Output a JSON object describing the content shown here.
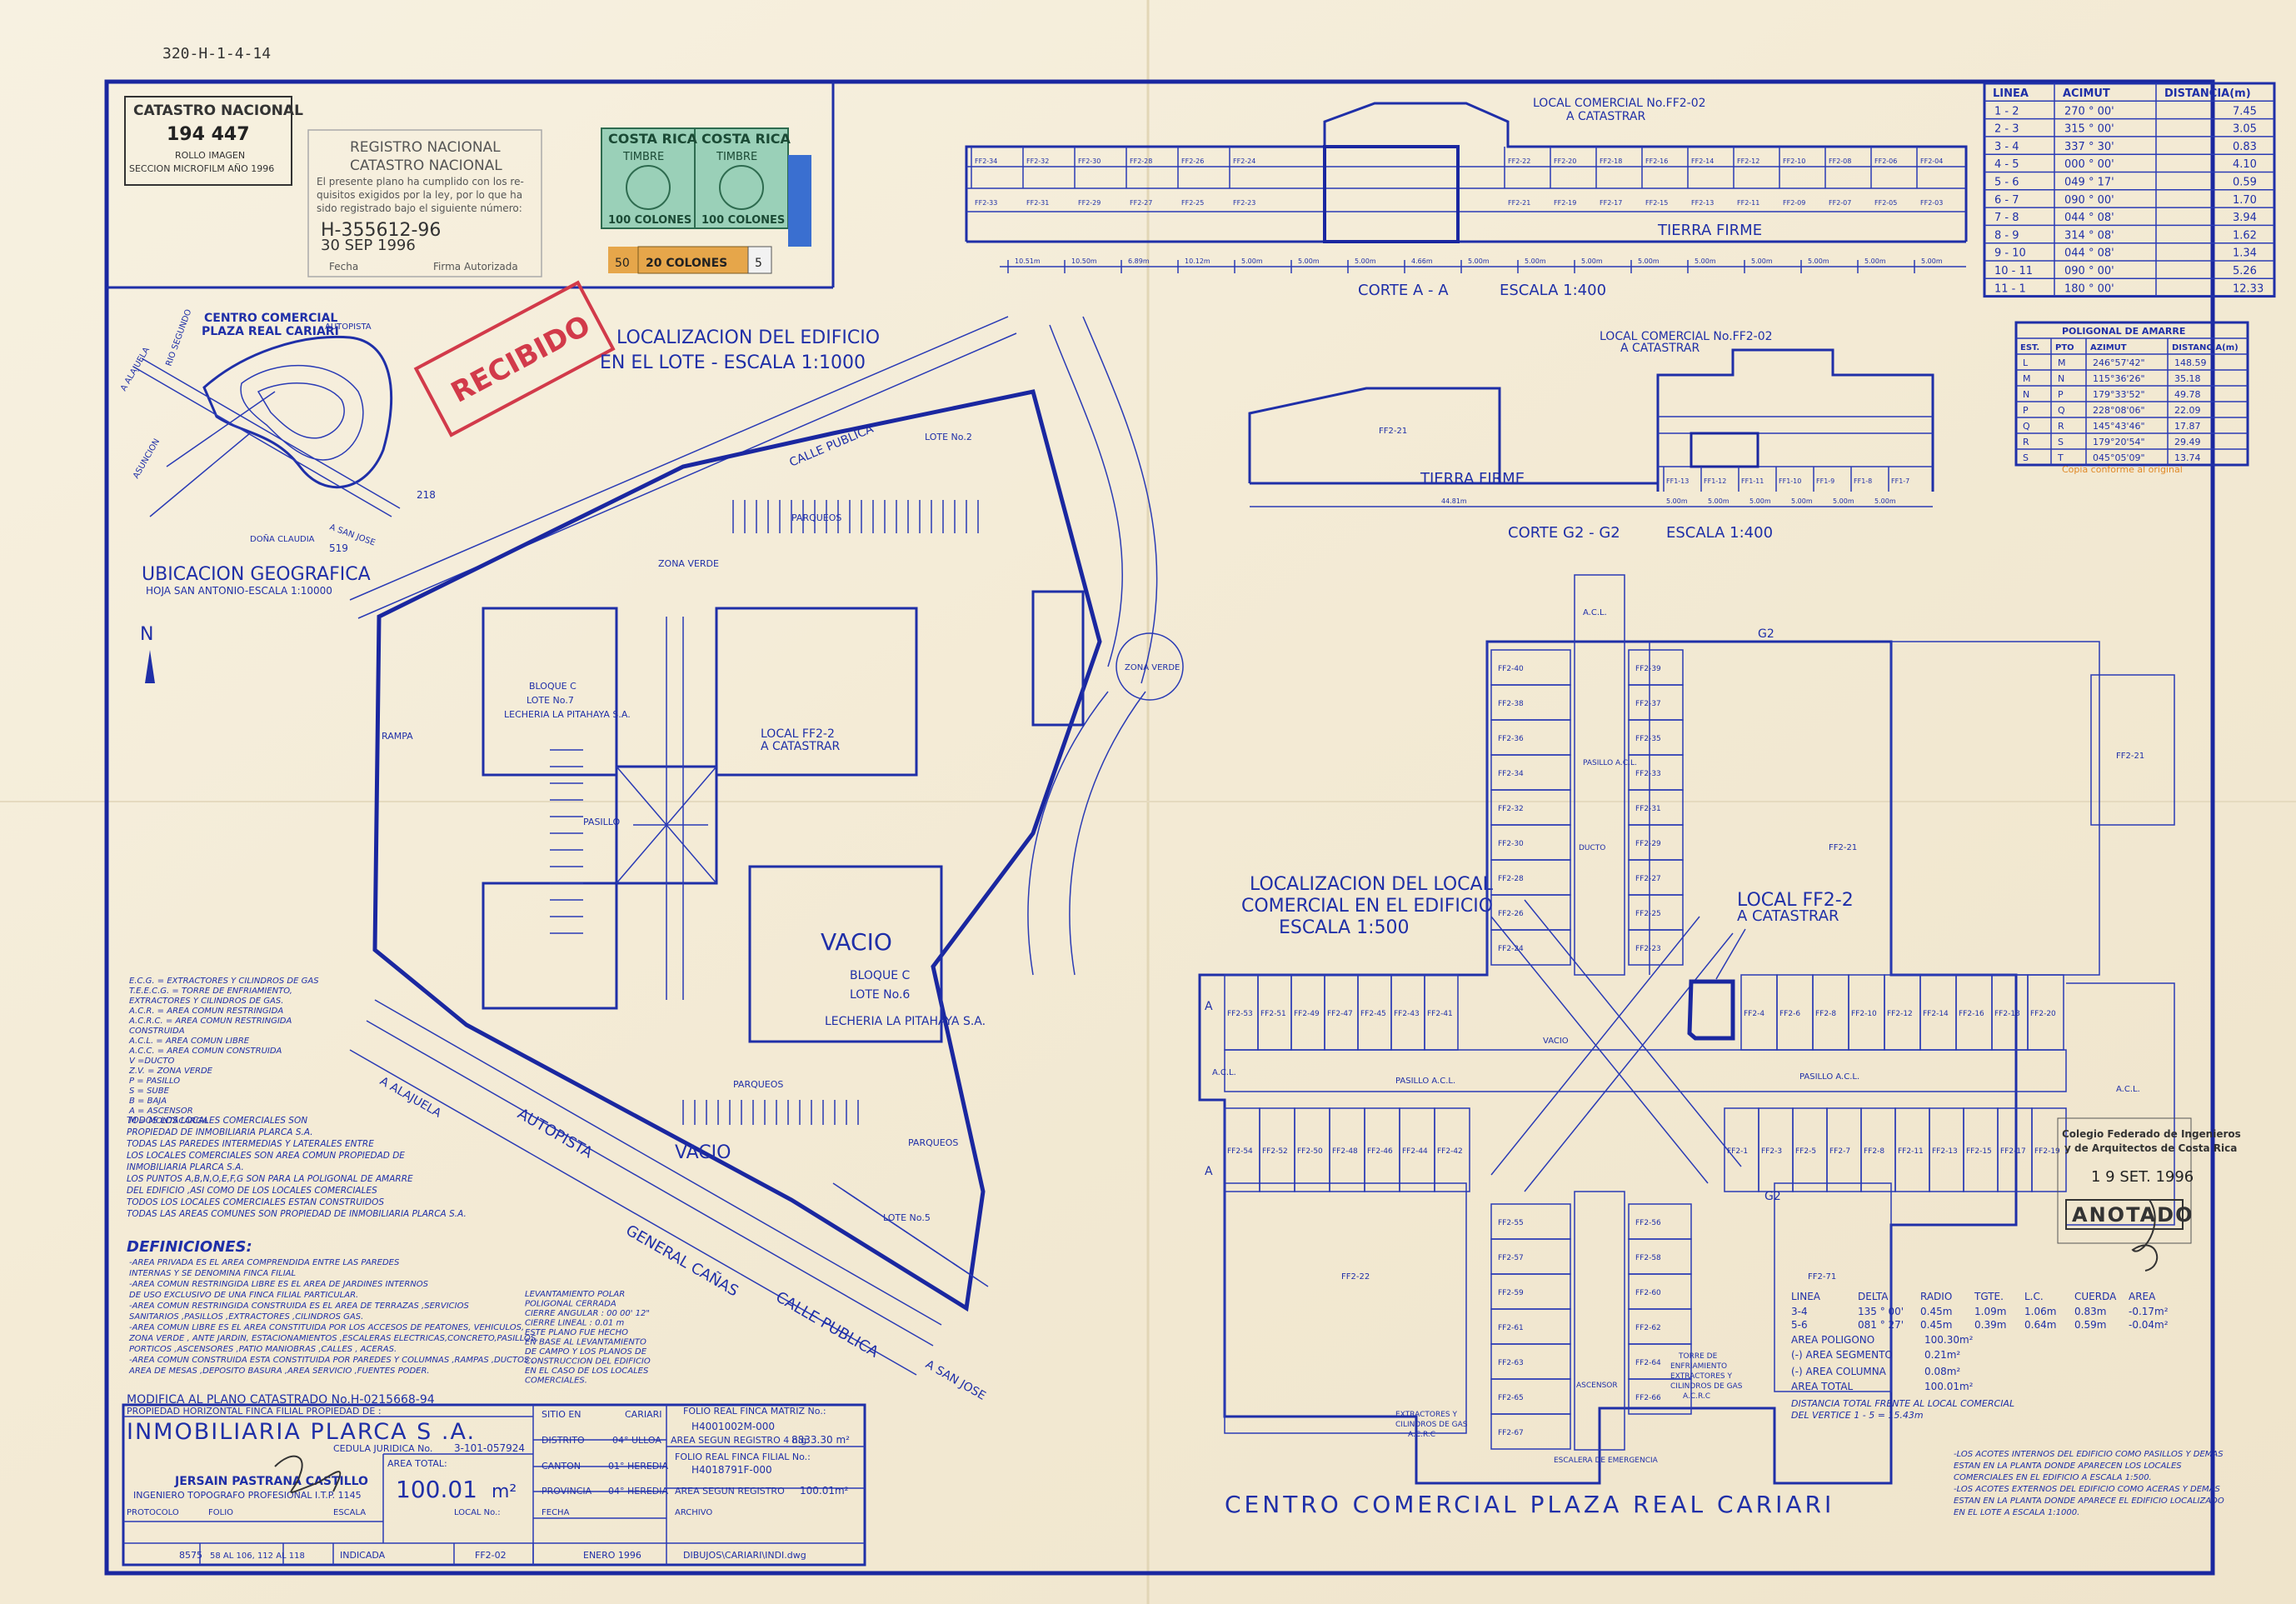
{
  "header": {
    "sheet_ref": "320-H-1-4-14"
  },
  "stamps": {
    "catastro": {
      "title": "CATASTRO NACIONAL",
      "number": "194 447",
      "line1": "ROLLO IMAGEN",
      "line2": "SECCION MICROFILM AÑO 1996"
    },
    "registro": {
      "line1": "REGISTRO NACIONAL",
      "line2": "CATASTRO NACIONAL",
      "body1": "El presente plano ha cumplido con los re-",
      "body2": "quisitos exigidos por la ley, por lo que ha",
      "body3": "sido registrado bajo el siguiente número:",
      "number": "H-355612-96",
      "date": "30 SEP 1996",
      "fecha_label": "Fecha",
      "firma_label": "Firma Autorizada"
    },
    "timbre": {
      "country": "COSTA RICA",
      "word": "TIMBRE",
      "value1": "100 COLONES",
      "value2": "20 COLONES",
      "small1": "50",
      "small2": "5"
    },
    "recibido": "RECIBIDO",
    "colegio": {
      "line1": "Colegio Federado de Ingenieros",
      "line2": "y de Arquitectos de Costa Rica",
      "date": "1 9 SET. 1996",
      "anotado": "ANOTADO"
    }
  },
  "corte_aa": {
    "label": "LOCAL COMERCIAL No.FF2-02",
    "sublabel": "A CATASTRAR",
    "title": "CORTE  A - A",
    "scale": "ESCALA 1:400",
    "ground": "TIERRA FIRME",
    "upper_units": [
      "FF2-34",
      "FF2-32",
      "FF2-30",
      "FF2-28",
      "FF2-26",
      "FF2-24",
      "FF2-22",
      "FF2-20",
      "FF2-18",
      "FF2-16",
      "FF2-14",
      "FF2-12",
      "FF2-10",
      "FF2-08",
      "FF2-06",
      "FF2-04"
    ],
    "lower_units": [
      "FF2-33",
      "FF2-31",
      "FF2-29",
      "FF2-27",
      "FF2-25",
      "FF2-23",
      "FF2-21",
      "FF2-19",
      "FF2-17",
      "FF2-15",
      "FF2-13",
      "FF2-11",
      "FF2-09",
      "FF2-07",
      "FF2-05",
      "FF2-03"
    ],
    "dims": [
      "10.51m",
      "10.50m",
      "6.89m",
      "10.12m",
      "5.00m",
      "5.00m",
      "5.00m",
      "4.66m",
      "5.00m",
      "5.00m",
      "5.00m",
      "5.00m",
      "5.00m",
      "5.00m",
      "5.00m",
      "5.00m",
      "5.00m"
    ]
  },
  "linea_table": {
    "headers": [
      "LINEA",
      "ACIMUT",
      "DISTANCIA(m)"
    ],
    "rows": [
      [
        "1 - 2",
        "270 ° 00'",
        "7.45"
      ],
      [
        "2 - 3",
        "315 ° 00'",
        "3.05"
      ],
      [
        "3 - 4",
        "337 ° 30'",
        "0.83"
      ],
      [
        "4 - 5",
        "000 ° 00'",
        "4.10"
      ],
      [
        "5 - 6",
        "049 ° 17'",
        "0.59"
      ],
      [
        "6 - 7",
        "090 ° 00'",
        "1.70"
      ],
      [
        "7 - 8",
        "044 ° 08'",
        "3.94"
      ],
      [
        "8 - 9",
        "314 ° 08'",
        "1.62"
      ],
      [
        "9 - 10",
        "044 ° 08'",
        "1.34"
      ],
      [
        "10 - 11",
        "090 ° 00'",
        "5.26"
      ],
      [
        "11 - 1",
        "180 ° 00'",
        "12.33"
      ]
    ]
  },
  "poligonal_table": {
    "title": "POLIGONAL DE AMARRE",
    "headers": [
      "EST.",
      "PTO",
      "AZIMUT",
      "DISTANCIA(m)"
    ],
    "rows": [
      [
        "L",
        "M",
        "246°57'42\"",
        "148.59"
      ],
      [
        "M",
        "N",
        "115°36'26\"",
        "35.18"
      ],
      [
        "N",
        "P",
        "179°33'52\"",
        "49.78"
      ],
      [
        "P",
        "Q",
        "228°08'06\"",
        "22.09"
      ],
      [
        "Q",
        "R",
        "145°43'46\"",
        "17.87"
      ],
      [
        "R",
        "S",
        "179°20'54\"",
        "29.49"
      ],
      [
        "S",
        "T",
        "045°05'09\"",
        "13.74"
      ]
    ],
    "note": "Copia conforme al original"
  },
  "corte_g2": {
    "label": "LOCAL COMERCIAL No.FF2-02",
    "sublabel": "A CATASTRAR",
    "title": "CORTE  G2 - G2",
    "scale": "ESCALA 1:400",
    "ground": "TIERRA FIRME",
    "units": [
      "FF1-13",
      "FF1-12",
      "FF1-11",
      "FF1-10",
      "FF1-9",
      "FF1-8",
      "FF1-7"
    ],
    "dims": [
      "44.81m",
      "5.00m",
      "5.00m",
      "5.00m",
      "5.00m",
      "5.00m",
      "5.00m"
    ]
  },
  "ubicacion": {
    "title": "CENTRO COMERCIAL",
    "title2": "PLAZA REAL CARIARI",
    "caption": "UBICACION GEOGRAFICA",
    "subcaption": "HOJA SAN ANTONIO-ESCALA 1:10000",
    "labels": [
      "AUTOPISTA",
      "A ALAJUELA",
      "RIO SEGUNDO",
      "DOÑA CLAUDIA",
      "A SAN JOSE",
      "ASUNCION",
      "218",
      "519",
      "CARIARI"
    ],
    "north": "N"
  },
  "site_plan": {
    "title1": "LOCALIZACION DEL EDIFICIO",
    "title2": "EN EL LOTE - ESCALA 1:1000",
    "local_label": "LOCAL FF2-2",
    "local_sub": "A CATASTRAR",
    "vacio1": "VACIO",
    "vacio2": "VACIO",
    "bloque_c": "BLOQUE C",
    "lote6": "LOTE No.6",
    "lechera": "LECHERIA LA PITAHAYA S.A.",
    "bloque_c2": "BLOQUE C",
    "lote7": "LOTE No.7",
    "lote5": "LOTE No.5",
    "lote2": "LOTE No.2",
    "calle_publica": "CALLE PUBLICA",
    "autopista": "AUTOPISTA",
    "general_canas": "GENERAL CAÑAS",
    "calle_publica2": "CALLE PUBLICA",
    "a_alajuela": "A ALAJUELA",
    "a_san_jose": "A SAN JOSE",
    "zona_verde": "ZONA VERDE",
    "parqueos": "PARQUEOS",
    "rampa": "RAMPA",
    "pasillo": "PASILLO"
  },
  "notes": {
    "legend": [
      "E.C.G. = EXTRACTORES Y CILINDROS DE GAS",
      "T.E.E.C.G. = TORRE DE ENFRIAMIENTO,",
      "EXTRACTORES Y CILINDROS DE GAS.",
      "A.C.R. = AREA COMUN RESTRINGIDA",
      "A.C.R.C. = AREA COMUN RESTRINGIDA",
      "CONSTRUIDA",
      "A.C.L. = AREA COMUN LIBRE",
      "A.C.C. = AREA COMUN CONSTRUIDA",
      "V =DUCTO",
      "Z.V. = ZONA VERDE",
      "P = PASILLO",
      "S = SUBE",
      "B = BAJA",
      "A = ASCENSOR",
      "M = MONTACARGA"
    ],
    "statements": [
      "TODOS LOS LOCALES COMERCIALES SON",
      "PROPIEDAD DE INMOBILIARIA PLARCA S.A.",
      "TODAS LAS PAREDES INTERMEDIAS Y LATERALES ENTRE",
      "LOS LOCALES COMERCIALES SON AREA COMUN PROPIEDAD DE",
      "INMOBILIARIA PLARCA S.A.",
      "LOS PUNTOS A,B,N,O,E,F,G SON PARA LA POLIGONAL DE AMARRE",
      "DEL EDIFICIO ,ASI COMO DE LOS LOCALES COMERCIALES",
      "TODOS LOS LOCALES COMERCIALES ESTAN CONSTRUIDOS",
      "TODAS LAS AREAS COMUNES SON PROPIEDAD DE INMOBILIARIA PLARCA S.A."
    ],
    "definiciones_title": "DEFINICIONES:",
    "definiciones": [
      "-AREA PRIVADA ES EL AREA COMPRENDIDA ENTRE LAS PAREDES",
      "INTERNAS Y SE DENOMINA FINCA FILIAL",
      "-AREA COMUN RESTRINGIDA LIBRE ES EL AREA DE JARDINES INTERNOS",
      "DE USO EXCLUSIVO DE UNA FINCA FILIAL PARTICULAR.",
      "-AREA COMUN RESTRINGIDA CONSTRUIDA ES EL AREA DE TERRAZAS ,SERVICIOS",
      "SANITARIOS ,PASILLOS ,EXTRACTORES ,CILINDROS GAS.",
      "-AREA COMUN LIBRE ES EL AREA CONSTITUIDA POR LOS ACCESOS DE PEATONES, VEHICULOS,",
      "ZONA VERDE , ANTE JARDIN, ESTACIONAMIENTOS ,ESCALERAS ELECTRICAS,CONCRETO,PASILLOS,",
      "PORTICOS ,ASCENSORES ,PATIO MANIOBRAS ,CALLES , ACERAS.",
      "-AREA COMUN CONSTRUIDA ESTA CONSTITUIDA POR PAREDES Y COLUMNAS ,RAMPAS ,DUCTOS ,",
      "AREA DE MESAS ,DEPOSITO BASURA ,AREA SERVICIO ,FUENTES PODER."
    ],
    "levantamiento": [
      "LEVANTAMIENTO POLAR",
      "POLIGONAL  CERRADA",
      "CIERRE ANGULAR : 00 00' 12\"",
      "CIERRE LINEAL : 0.01 m",
      "ESTE PLANO FUE HECHO",
      "EN BASE AL LEVANTAMIENTO",
      "DE CAMPO Y LOS PLANOS DE",
      "CONSTRUCCION DEL EDIFICIO",
      "EN EL CASO DE LOS LOCALES",
      "COMERCIALES."
    ],
    "modifica": "MODIFICA AL PLANO CATASTRADO No.H-0215668-94"
  },
  "title_block": {
    "propiedad_label": "PROPIEDAD HORIZONTAL FINCA FILIAL PROPIEDAD DE :",
    "owner": "INMOBILIARIA PLARCA S .A.",
    "cedula_label": "CEDULA JURIDICA No.",
    "cedula": "3-101-057924",
    "engineer": "JERSAIN PASTRANA CASTILLO",
    "engineer_title": "INGENIERO TOPOGRAFO PROFESIONAL I.T.P. 1145",
    "area_total_label": "AREA TOTAL:",
    "area_total": "100.01",
    "area_unit": "m²",
    "sitio_label": "SITIO EN",
    "sitio": "CARIARI",
    "distrito_label": "DISTRITO",
    "distrito": "04° ULLOA",
    "canton_label": "CANTON",
    "canton": "01° HEREDIA",
    "provincia_label": "PROVINCIA",
    "provincia": "04° HEREDIA",
    "folio_matriz_label": "FOLIO REAL FINCA MATRIZ No.:",
    "folio_matriz": "H4001002M-000",
    "area_registro_label": "AREA SEGUN REGISTRO 4 n.g.",
    "area_registro": "8833.30 m²",
    "folio_filial_label": "FOLIO REAL FINCA FILIAL No.:",
    "folio_filial": "H4018791F-000",
    "area_registro2_label": "AREA SEGUN REGISTRO",
    "area_registro2": "100.01m²",
    "protocolo_label": "PROTOCOLO",
    "protocolo": "8575",
    "folio_label": "FOLIO",
    "folio": "58 AL 106, 112 AL 118",
    "escala_label": "ESCALA",
    "escala": "INDICADA",
    "local_label": "LOCAL No.:",
    "local": "FF2-02",
    "fecha_label": "FECHA",
    "fecha": "ENERO 1996",
    "archivo_label": "ARCHIVO",
    "archivo": "DIBUJOS\\CARIARI\\INDI.dwg"
  },
  "floor_plan": {
    "title1": "LOCALIZACION DEL LOCAL",
    "title2": "COMERCIAL EN EL EDIFICIO",
    "title3": "ESCALA  1:500",
    "local_label": "LOCAL FF2-2",
    "local_sub": "A CATASTRAR",
    "big_units": [
      "FF2-21",
      "FF2-22",
      "FF2-71"
    ],
    "left_arm": [
      "FF2-53",
      "FF2-51",
      "FF2-49",
      "FF2-47",
      "FF2-45",
      "FF2-43",
      "FF2-41"
    ],
    "left_arm_low": [
      "FF2-54",
      "FF2-52",
      "FF2-50",
      "FF2-48",
      "FF2-46",
      "FF2-44",
      "FF2-42"
    ],
    "right_arm": [
      "FF2-4",
      "FF2-6",
      "FF2-8",
      "FF2-10",
      "FF2-12",
      "FF2-14",
      "FF2-16",
      "FF2-18",
      "FF2-20"
    ],
    "right_arm_low": [
      "FF2-1",
      "FF2-3",
      "FF2-5",
      "FF2-7",
      "FF2-8",
      "FF2-11",
      "FF2-13",
      "FF2-15",
      "FF2-17",
      "FF2-19"
    ],
    "top_left": [
      "FF2-40",
      "FF2-38",
      "FF2-36",
      "FF2-34",
      "FF2-32",
      "FF2-30",
      "FF2-28",
      "FF2-26",
      "FF2-24"
    ],
    "top_right": [
      "FF2-39",
      "FF2-37",
      "FF2-35",
      "FF2-33",
      "FF2-31",
      "FF2-29",
      "FF2-27",
      "FF2-25",
      "FF2-23"
    ],
    "bottom_left": [
      "FF2-55",
      "FF2-57",
      "FF2-59",
      "FF2-61",
      "FF2-63",
      "FF2-65",
      "FF2-67"
    ],
    "bottom_right": [
      "FF2-56",
      "FF2-58",
      "FF2-60",
      "FF2-62",
      "FF2-64",
      "FF2-66"
    ],
    "pasillo": "PASILLO A.C.L.",
    "acl": "A.C.L.",
    "vacio": "VACIO",
    "extractores": "EXTRACTORES Y CILINDROS DE GAS A.C.R.C",
    "torre": "TORRE DE ENFRIAMIENTO EXTRACTORES Y CILINDROS DE GAS A.C.R.C",
    "escalera": "ESCALERA DE EMERGENCIA",
    "ascensor": "ASCENSOR",
    "ducto": "DUCTO",
    "g2": "G2",
    "a_mark": "A",
    "title_bottom": "CENTRO COMERCIAL PLAZA REAL CARIARI"
  },
  "curve_table": {
    "headers": [
      "LINEA",
      "DELTA",
      "RADIO",
      "TGTE.",
      "L.C.",
      "CUERDA",
      "AREA"
    ],
    "rows": [
      [
        "3-4",
        "135 ° 00'",
        "0.45m",
        "1.09m",
        "1.06m",
        "0.83m",
        "-0.17m²"
      ],
      [
        "5-6",
        "081 ° 27'",
        "0.45m",
        "0.39m",
        "0.64m",
        "0.59m",
        "-0.04m²"
      ]
    ],
    "area_poligono_label": "AREA POLIGONO",
    "area_poligono": "100.30m²",
    "area_segmento_label": "(-) AREA SEGMENTO",
    "area_segmento": "0.21m²",
    "area_columna_label": "(-) AREA COLUMNA",
    "area_columna": "0.08m²",
    "area_total_label": "AREA TOTAL",
    "area_total": "100.01m²",
    "distancia1": "DISTANCIA TOTAL FRENTE AL LOCAL COMERCIAL",
    "distancia2": "DEL VERTICE 1 - 5 = 15.43m"
  },
  "bottom_notes": [
    "-LOS ACOTES INTERNOS DEL EDIFICIO COMO PASILLOS Y DEMAS",
    "ESTAN EN LA PLANTA DONDE APARECEN LOS LOCALES",
    "COMERCIALES EN EL EDIFICIO A ESCALA 1:500.",
    "-LOS ACOTES EXTERNOS DEL EDIFICIO COMO ACERAS Y DEMAS",
    "ESTAN EN LA PLANTA DONDE APARECE EL EDIFICIO LOCALIZADO",
    "EN EL LOTE A ESCALA 1:1000."
  ],
  "colors": {
    "ink": "#1f2fa8",
    "paper": "#f4edda",
    "stamp_red": "#d23a4a",
    "stamp_green": "#3c8a6b"
  }
}
